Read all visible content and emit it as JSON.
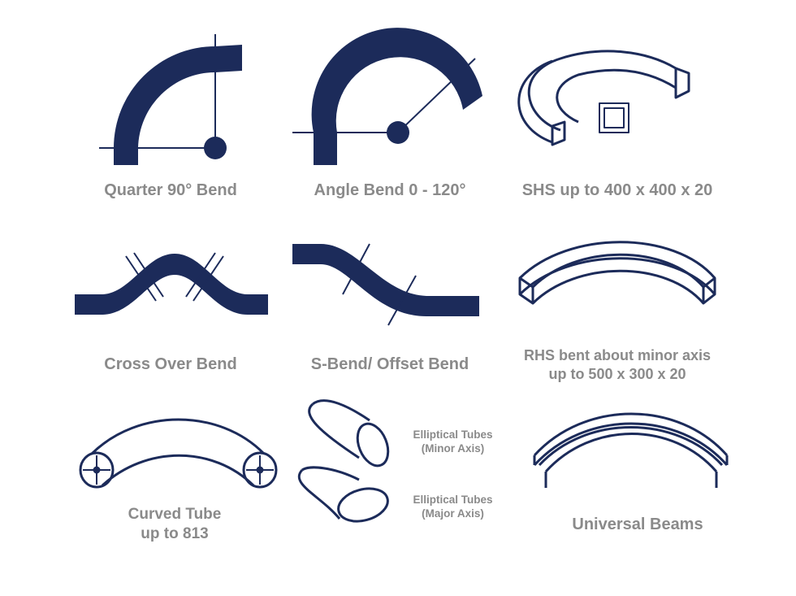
{
  "colors": {
    "navy": "#1c2b5a",
    "caption_gray": "#8a8a8a",
    "background": "#ffffff"
  },
  "captions": {
    "quarter_bend": "Quarter 90° Bend",
    "angle_bend": "Angle Bend 0 - 120°",
    "shs": "SHS up to 400 x 400 x 20",
    "cross_over": "Cross Over Bend",
    "s_bend": "S-Bend/ Offset Bend",
    "rhs_line1": "RHS bent about minor axis",
    "rhs_line2": "up to 500 x 300 x 20",
    "curved_tube_line1": "Curved Tube",
    "curved_tube_line2": "up to 813",
    "elliptical_minor_line1": "Elliptical Tubes",
    "elliptical_minor_line2": "(Minor Axis)",
    "elliptical_major_line1": "Elliptical Tubes",
    "elliptical_major_line2": "(Major Axis)",
    "universal_beams": "Universal Beams"
  }
}
